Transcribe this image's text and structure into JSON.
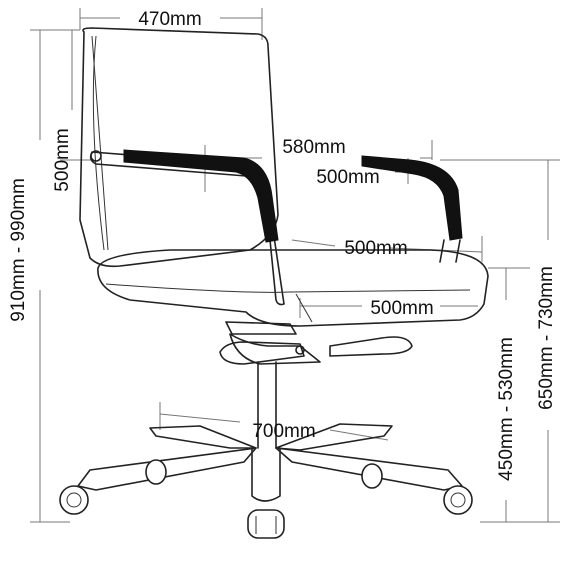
{
  "diagram": {
    "subject": "office chair dimension drawing",
    "dimensions": {
      "seat_back_width": "470mm",
      "backrest_height": "500mm",
      "overall_height": "910mm - 990mm",
      "overall_width": "580mm",
      "arm_inner_width": "500mm",
      "seat_depth": "500mm",
      "seat_width": "500mm",
      "base_diameter": "700mm",
      "seat_height": "450mm - 530mm",
      "arm_height": "650mm - 730mm"
    }
  },
  "colors": {
    "line": "#222222",
    "armpad": "#111111",
    "dimension": "#777777",
    "background": "#ffffff"
  }
}
